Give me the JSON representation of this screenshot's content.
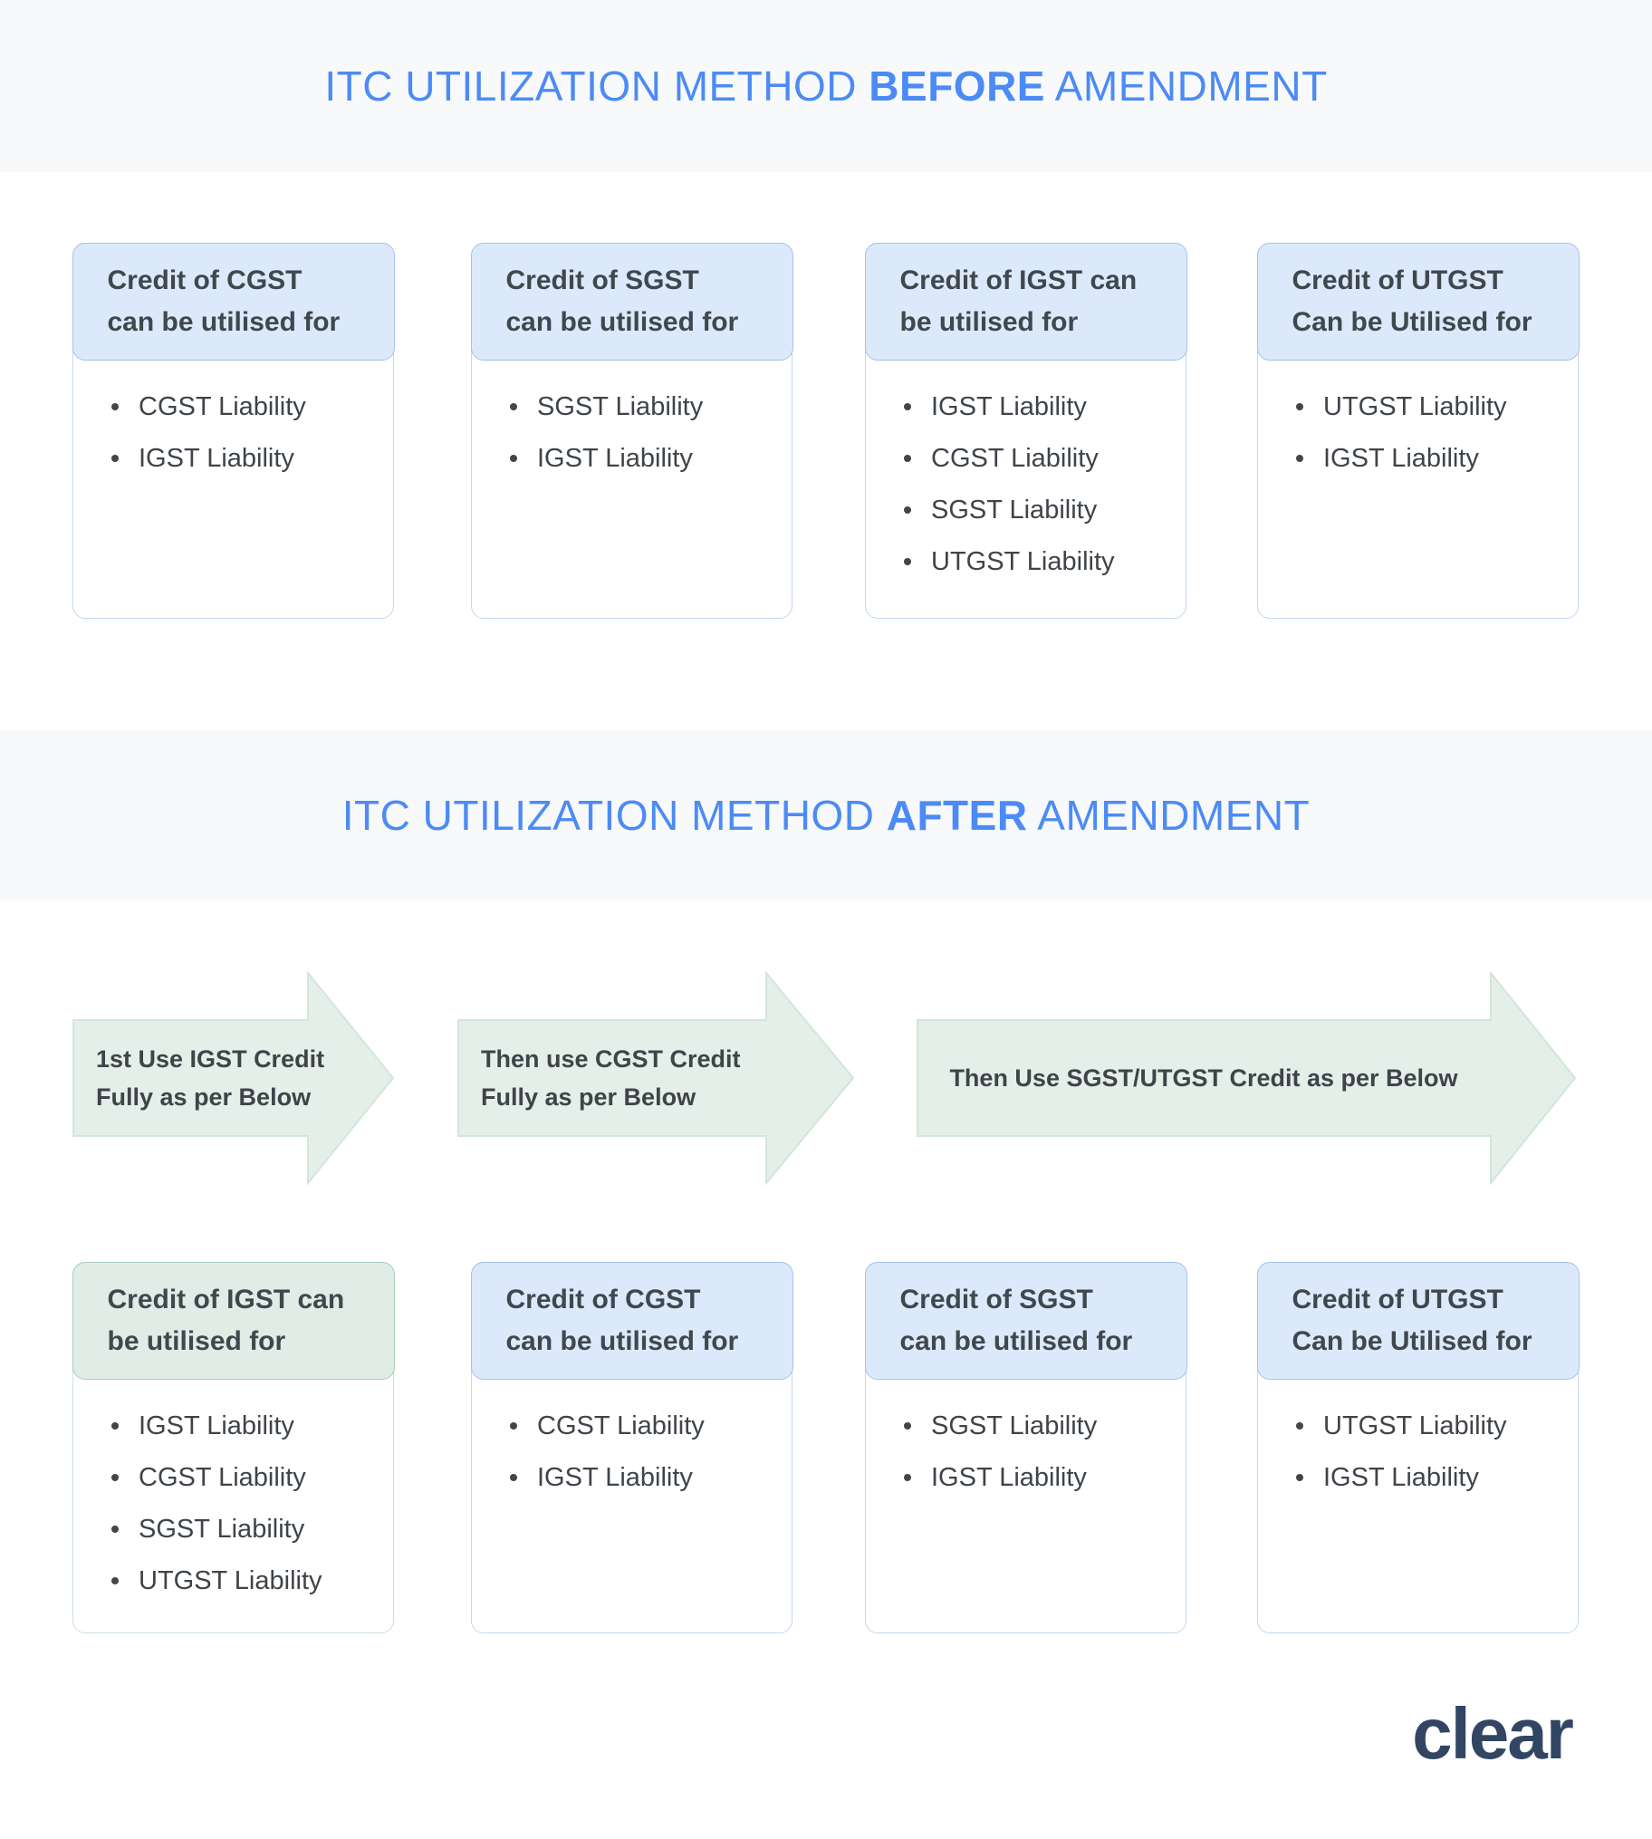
{
  "colors": {
    "band_bg": "#f8f9fa",
    "title_blue": "#4c8bf5",
    "blue_header_bg": "#dce9fb",
    "blue_header_border": "#a4c3ec",
    "green_header_bg": "#dfede6",
    "green_header_border": "#a8cdba",
    "arrow_fill": "#e3efe8",
    "arrow_stroke": "#d3e6db",
    "text_dark": "#3f464c",
    "logo_navy": "#324664"
  },
  "sections": {
    "before": {
      "title": {
        "prefix": "ITC UTILIZATION METHOD ",
        "bold": "BEFORE",
        "suffix": " AMENDMENT"
      },
      "cards": [
        {
          "variant": "blue",
          "title_lines": [
            "Credit of CGST",
            "can be utilised for"
          ],
          "items": [
            "CGST Liability",
            "IGST Liability"
          ]
        },
        {
          "variant": "blue",
          "title_lines": [
            "Credit of SGST",
            "can be utilised for"
          ],
          "items": [
            "SGST Liability",
            "IGST Liability"
          ]
        },
        {
          "variant": "blue",
          "title_lines": [
            "Credit of IGST can",
            "be utilised for"
          ],
          "items": [
            "IGST Liability",
            "CGST Liability",
            "SGST Liability",
            "UTGST Liability"
          ]
        },
        {
          "variant": "blue",
          "title_lines": [
            "Credit of UTGST",
            "Can be Utilised for"
          ],
          "items": [
            "UTGST Liability",
            "IGST Liability"
          ]
        }
      ]
    },
    "after": {
      "title": {
        "prefix": "ITC UTILIZATION METHOD ",
        "bold": "AFTER",
        "suffix": " AMENDMENT"
      },
      "arrows": [
        {
          "lines": [
            "1st Use IGST Credit",
            "Fully as per Below"
          ]
        },
        {
          "lines": [
            "Then use CGST Credit",
            "Fully as per Below"
          ]
        },
        {
          "lines": [
            "Then Use SGST/UTGST Credit as per Below"
          ]
        }
      ],
      "cards": [
        {
          "variant": "green",
          "title_lines": [
            "Credit of IGST can",
            "be utilised for"
          ],
          "items": [
            "IGST Liability",
            "CGST Liability",
            "SGST Liability",
            "UTGST Liability"
          ]
        },
        {
          "variant": "blue",
          "title_lines": [
            "Credit of CGST",
            "can be utilised for"
          ],
          "items": [
            "CGST Liability",
            "IGST Liability"
          ]
        },
        {
          "variant": "blue",
          "title_lines": [
            "Credit of SGST",
            "can be utilised for"
          ],
          "items": [
            "SGST Liability",
            "IGST Liability"
          ]
        },
        {
          "variant": "blue",
          "title_lines": [
            "Credit of UTGST",
            "Can be Utilised for"
          ],
          "items": [
            "UTGST Liability",
            "IGST Liability"
          ]
        }
      ]
    }
  },
  "logo": {
    "text": "clear"
  }
}
